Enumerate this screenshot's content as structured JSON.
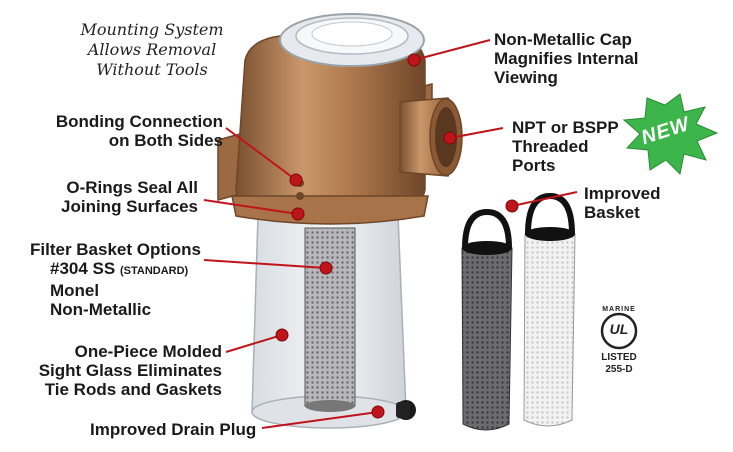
{
  "headline": {
    "line1": "Mounting System",
    "line2": "Allows Removal",
    "line3": "Without Tools"
  },
  "callouts": {
    "cap": {
      "line1": "Non-Metallic Cap",
      "line2": "Magnifies Internal",
      "line3": "Viewing"
    },
    "ports": {
      "line1": "NPT or BSPP",
      "line2": "Threaded",
      "line3": "Ports"
    },
    "bonding": {
      "line1": "Bonding Connection",
      "line2": "on Both Sides"
    },
    "orings": {
      "line1": "O-Rings Seal All",
      "line2": "Joining Surfaces"
    },
    "basket_options": {
      "line1": "Filter Basket Options",
      "line2_main": "#304 SS",
      "line2_small": "(STANDARD)",
      "line3": "Monel",
      "line4": "Non-Metallic"
    },
    "improved_basket": {
      "line1": "Improved",
      "line2": "Basket"
    },
    "sight_glass": {
      "line1": "One-Piece Molded",
      "line2": "Sight Glass Eliminates",
      "line3": "Tie Rods and Gaskets"
    },
    "drain": {
      "line1": "Improved Drain Plug"
    }
  },
  "badge": {
    "text": "NEW"
  },
  "certification": {
    "top": "MARINE",
    "mark": "UL",
    "line1": "LISTED",
    "line2": "255-D"
  },
  "colors": {
    "bronze": "#b8875a",
    "bronze_dark": "#7a5030",
    "leader": "#c0141b",
    "badge_green": "#3cb54a"
  }
}
